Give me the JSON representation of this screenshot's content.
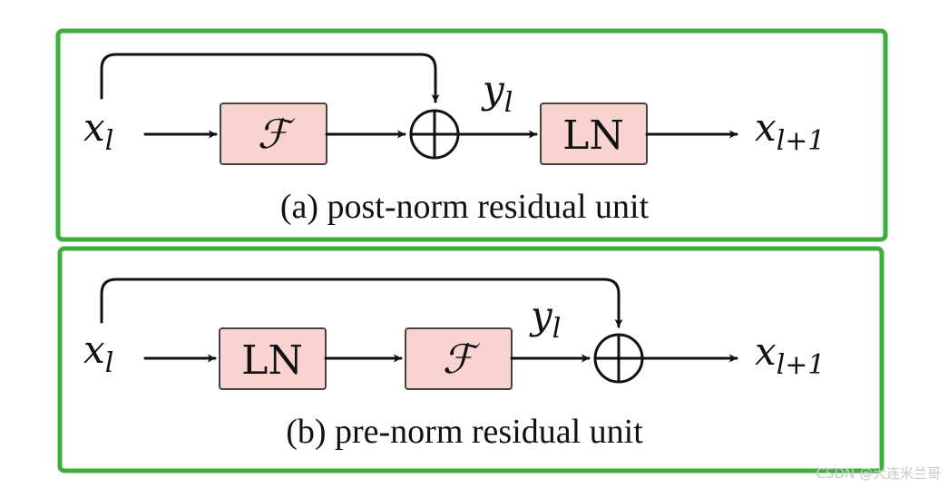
{
  "panel_a": {
    "input": {
      "base": "x",
      "sub": "l"
    },
    "block1": "ℱ",
    "mid": {
      "base": "y",
      "sub": "l"
    },
    "block2": "LN",
    "output": {
      "base": "x",
      "sub": "l+1"
    },
    "caption": "(a) post-norm residual unit"
  },
  "panel_b": {
    "input": {
      "base": "x",
      "sub": "l"
    },
    "block1": "LN",
    "block2": "ℱ",
    "mid": {
      "base": "y",
      "sub": "l"
    },
    "output": {
      "base": "x",
      "sub": "l+1"
    },
    "caption": "(b) pre-norm residual unit"
  },
  "watermark": "CSDN @大连米兰哥",
  "colors": {
    "frame": "#3cae3c",
    "block_fill": "#f8d3d0"
  }
}
